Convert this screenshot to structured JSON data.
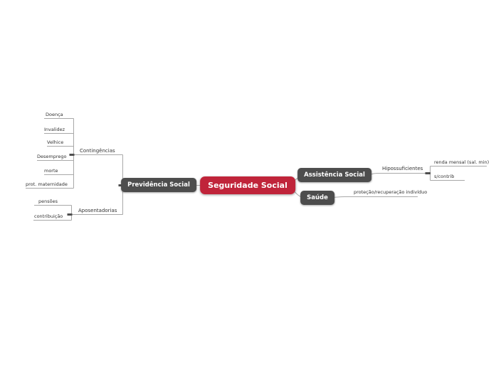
{
  "colors": {
    "background": "#ffffff",
    "root_node_bg": "#c0243a",
    "branch_node_bg": "#4d4d4d",
    "node_text": "#ffffff",
    "connector_line": "#a8a8a8",
    "junction_mark": "#4f4f4f",
    "label_text": "#333333"
  },
  "map": {
    "root": {
      "label": "Seguridade Social"
    },
    "previdencia": {
      "label": "Previdência Social",
      "contingencias": {
        "label": "Contingências",
        "items": [
          {
            "label": "Doença"
          },
          {
            "label": "Invalidez"
          },
          {
            "label": "Velhice"
          },
          {
            "label": "Desemprego"
          },
          {
            "label": "morte"
          },
          {
            "label": "prot. maternidade"
          }
        ]
      },
      "aposentadorias": {
        "label": "Aposentadorias",
        "items": [
          {
            "label": "pensões"
          },
          {
            "label": "contribuição"
          }
        ]
      }
    },
    "assistencia": {
      "label": "Assistência Social",
      "hipossuficientes": {
        "label": "Hipossuficientes",
        "items": [
          {
            "label": "renda mensal (sal. min)"
          },
          {
            "label": "s/contrib"
          }
        ]
      }
    },
    "saude": {
      "label": "Saúde",
      "items": [
        {
          "label": "proteção/recuperação indivíduo"
        }
      ]
    }
  }
}
